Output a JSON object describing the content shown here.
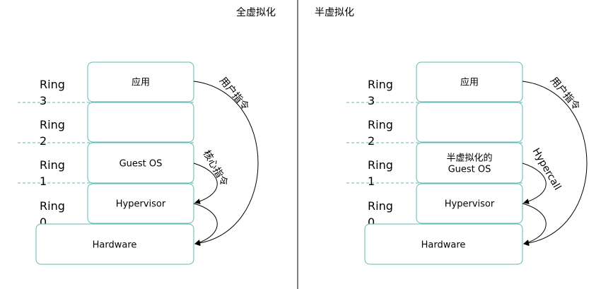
{
  "left_panel": {
    "title": "全虚拟化",
    "rings": [
      {
        "word": "Ring",
        "num": "3"
      },
      {
        "word": "Ring",
        "num": "2"
      },
      {
        "word": "Ring",
        "num": "1"
      },
      {
        "word": "Ring",
        "num": "0"
      }
    ],
    "layers": {
      "app": "应用",
      "ring2": "",
      "guest_os": "Guest OS",
      "hypervisor": "Hypervisor",
      "hardware": "Hardware"
    },
    "arrows": {
      "user_instr": "用户指令",
      "core_instr": "核心指令"
    }
  },
  "right_panel": {
    "title": "半虚拟化",
    "rings": [
      {
        "word": "Ring",
        "num": "3"
      },
      {
        "word": "Ring",
        "num": "2"
      },
      {
        "word": "Ring",
        "num": "1"
      },
      {
        "word": "Ring",
        "num": "0"
      }
    ],
    "layers": {
      "app": "应用",
      "ring2": "",
      "guest_os_line1": "半虚拟化的",
      "guest_os_line2": "Guest OS",
      "hypervisor": "Hypervisor",
      "hardware": "Hardware"
    },
    "arrows": {
      "user_instr": "用户指令",
      "hypercall": "Hypercall"
    }
  },
  "colors": {
    "box_border": "#5fb9b0",
    "dashed_line": "#5fb9b0",
    "arrow": "#000000"
  }
}
